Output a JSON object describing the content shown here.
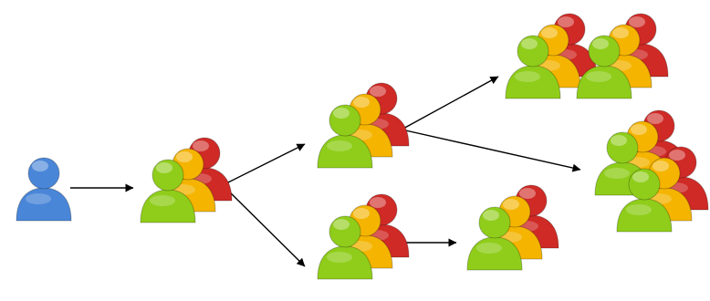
{
  "diagram": {
    "kind": "referral-growth",
    "colors": {
      "single_user": "#4a86d8",
      "group_front": "#8fcd1a",
      "group_middle": "#f4b400",
      "group_back": "#cf2a26",
      "arrow": "#000000"
    },
    "nodes": [
      {
        "id": "source",
        "icon": "single-user-icon"
      },
      {
        "id": "level1",
        "icon": "user-group-icon"
      },
      {
        "id": "level2-top",
        "icon": "user-group-icon"
      },
      {
        "id": "level2-bottom",
        "icon": "user-group-icon"
      },
      {
        "id": "level3-a",
        "icon": "user-group-icon"
      },
      {
        "id": "level3-b",
        "icon": "user-group-icon"
      },
      {
        "id": "level3-c",
        "icon": "user-group-icon"
      },
      {
        "id": "level3-d",
        "icon": "user-group-icon"
      },
      {
        "id": "level3-e",
        "icon": "user-group-icon"
      }
    ],
    "edges": [
      {
        "from": "source",
        "to": "level1"
      },
      {
        "from": "level1",
        "to": "level2-top"
      },
      {
        "from": "level1",
        "to": "level2-bottom"
      },
      {
        "from": "level2-top",
        "to": "level3-a"
      },
      {
        "from": "level2-top",
        "to": "level3-c"
      },
      {
        "from": "level2-bottom",
        "to": "level3-e"
      }
    ]
  }
}
